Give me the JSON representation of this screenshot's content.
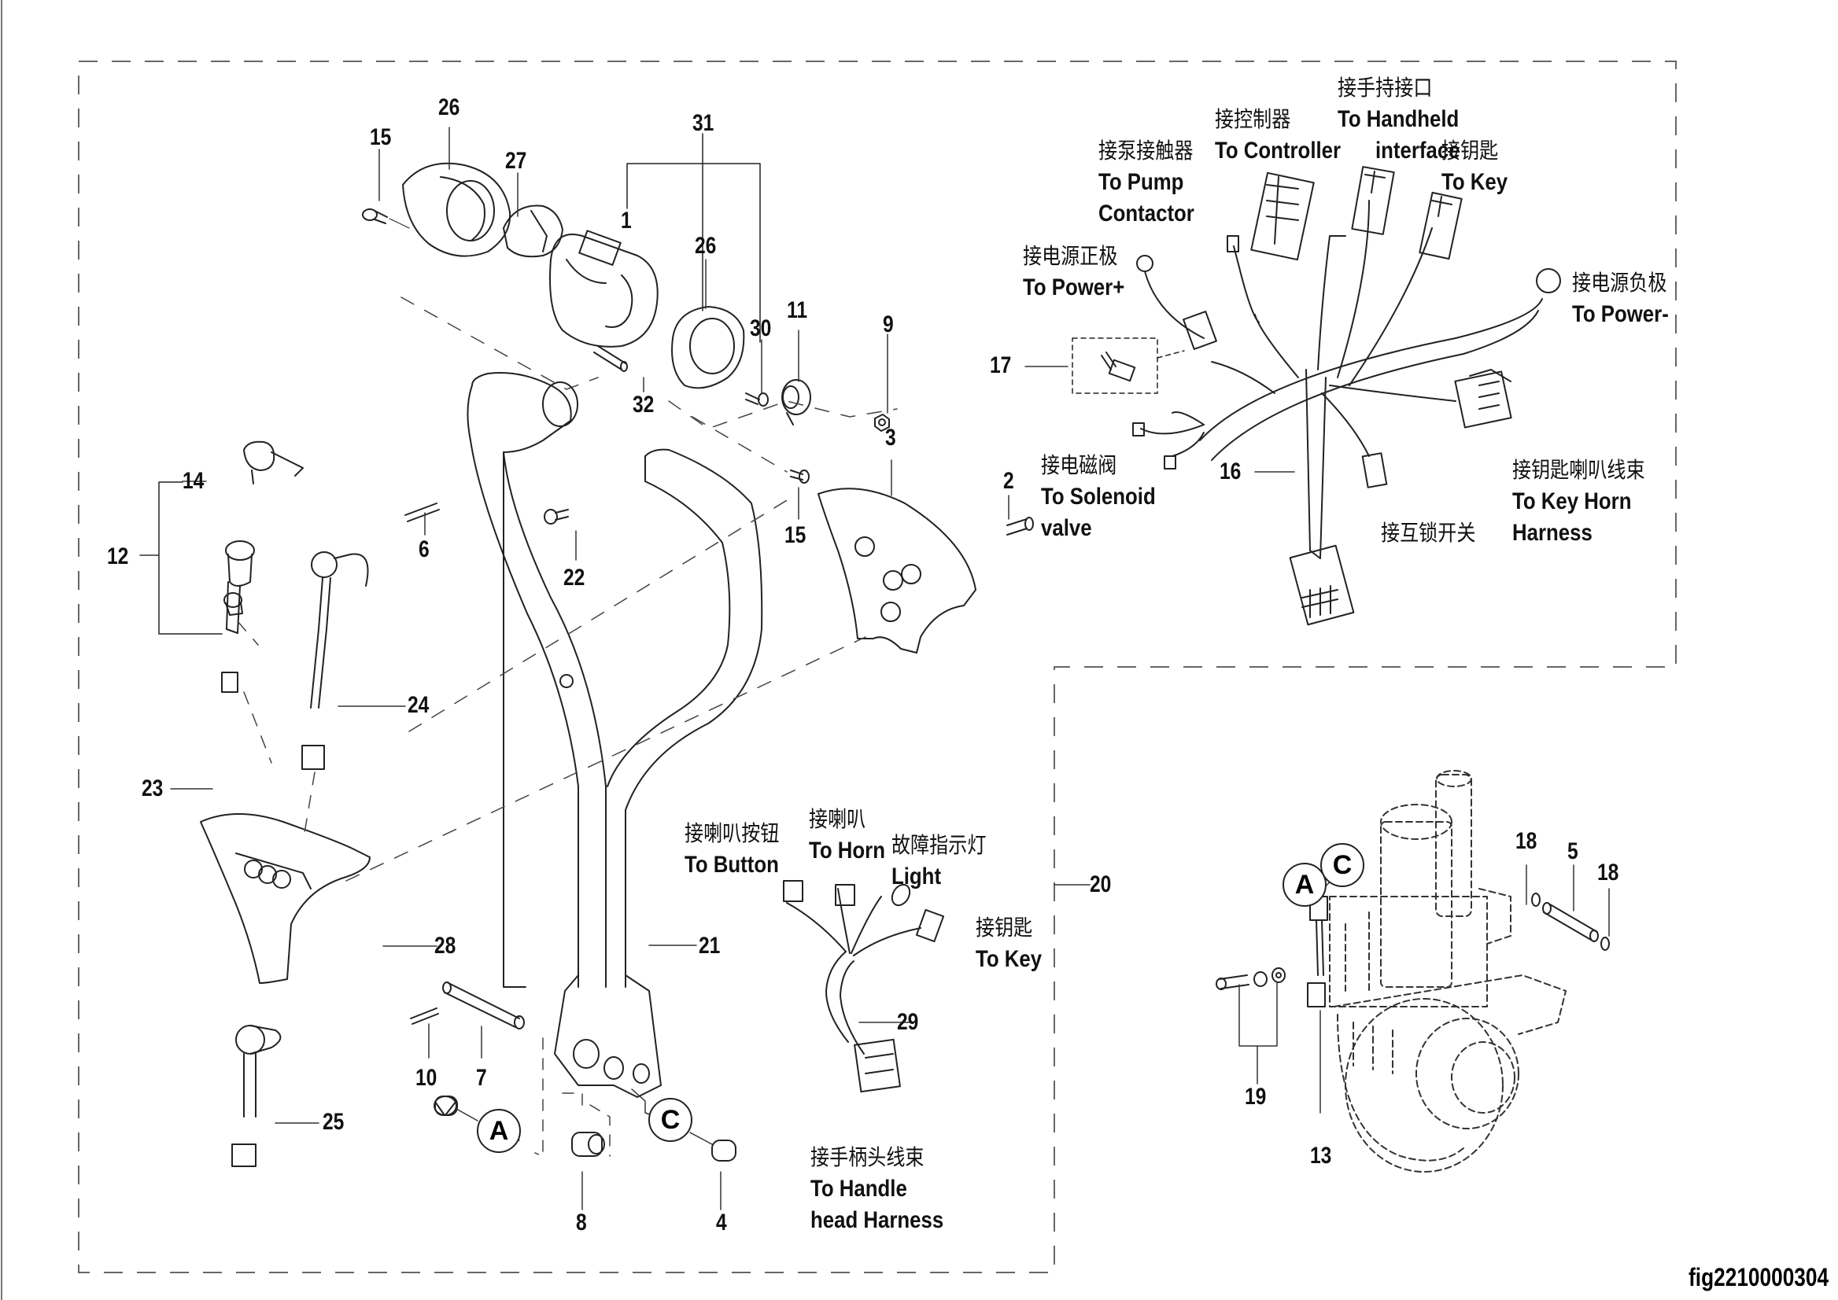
{
  "figure_id": "fig2210000304",
  "part_numbers": {
    "p1": "1",
    "p2": "2",
    "p3": "3",
    "p4": "4",
    "p5": "5",
    "p6": "6",
    "p7": "7",
    "p8": "8",
    "p9": "9",
    "p10": "10",
    "p11": "11",
    "p12": "12",
    "p13": "13",
    "p14": "14",
    "p15a": "15",
    "p15b": "15",
    "p16": "16",
    "p17": "17",
    "p18a": "18",
    "p18b": "18",
    "p19": "19",
    "p20": "20",
    "p21": "21",
    "p22": "22",
    "p23": "23",
    "p24": "24",
    "p25": "25",
    "p26a": "26",
    "p26b": "26",
    "p27": "27",
    "p28": "28",
    "p29": "29",
    "p30": "30",
    "p31": "31",
    "p32": "32"
  },
  "reference_markers": {
    "a_left": "A",
    "c_left": "C",
    "a_right": "A",
    "c_right": "C"
  },
  "harness_16_callouts": {
    "pump_contactor": {
      "cn": "接泵接触器",
      "en_line1": "To Pump",
      "en_line2": "Contactor"
    },
    "controller": {
      "cn": "接控制器",
      "en": "To Controller"
    },
    "handheld": {
      "cn": "接手持接口",
      "en_line1": "To Handheld",
      "en_line2": "interface"
    },
    "key": {
      "cn": "接钥匙",
      "en": "To Key"
    },
    "power_pos": {
      "cn": "接电源正极",
      "en": "To Power+"
    },
    "power_neg": {
      "cn": "接电源负极",
      "en": "To Power-"
    },
    "solenoid": {
      "cn": "接电磁阀",
      "en_line1": "To Solenoid",
      "en_line2": "valve"
    },
    "interlock": {
      "cn": "接互锁开关"
    },
    "key_horn": {
      "cn": "接钥匙喇叭线束",
      "en_line1": "To Key Horn",
      "en_line2": "Harness"
    }
  },
  "harness_29_callouts": {
    "horn_button": {
      "cn": "接喇叭按钮",
      "en": "To Button"
    },
    "horn": {
      "cn": "接喇叭",
      "en": "To Horn"
    },
    "fault_light": {
      "cn": "故障指示灯",
      "en": "Light"
    },
    "key": {
      "cn": "接钥匙",
      "en": "To Key"
    },
    "handle_head": {
      "cn": "接手柄头线束",
      "en_line1": "To Handle",
      "en_line2": "head Harness"
    }
  }
}
